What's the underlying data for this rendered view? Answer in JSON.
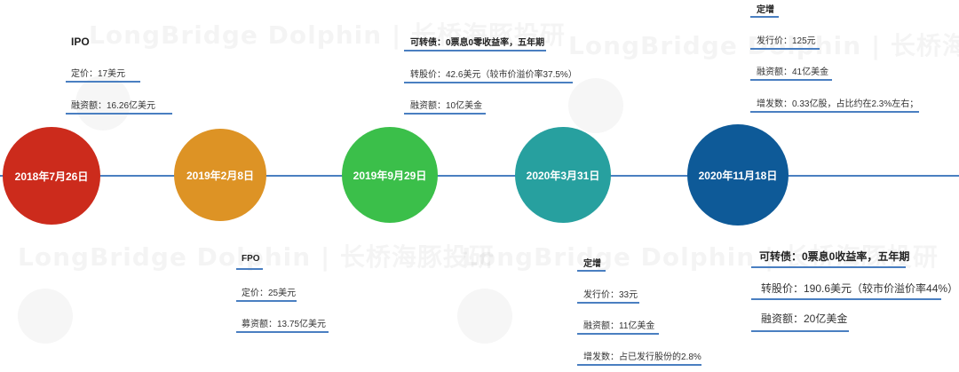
{
  "watermark": "LongBridge Dolphin | 长桥海豚投研",
  "milestones": [
    {
      "date": "2018年7月26日",
      "color": "#cc2b1c"
    },
    {
      "date": "2019年2月8日",
      "color": "#dd9325"
    },
    {
      "date": "2019年9月29日",
      "color": "#3bbf4a"
    },
    {
      "date": "2020年3月31日",
      "color": "#27a09f"
    },
    {
      "date": "2020年11月18日",
      "color": "#0e5a98"
    }
  ],
  "ipo": {
    "title": "IPO",
    "price": "定价：17美元",
    "raised": "融资额：16.26亿美元"
  },
  "fpo": {
    "title": "FPO",
    "price": "定价：25美元",
    "raised": "募资额：13.75亿美元"
  },
  "cb2019": {
    "title": "可转债：0票息0零收益率，五年期",
    "conv": "转股价：42.6美元（较市价溢价率37.5%）",
    "raised": "融资额：10亿美金"
  },
  "placement2020": {
    "title": "定增",
    "price": "发行价：33元",
    "raised": "融资额：11亿美金",
    "shares": "增发数：占已发行股份的2.8%"
  },
  "placement2020b": {
    "title": "定增",
    "price": "发行价：125元",
    "raised": "融资额：41亿美金",
    "shares": "增发数：0.33亿股，占比约在2.3%左右；"
  },
  "cb2020": {
    "title": "可转债：0票息0收益率，五年期",
    "conv": "转股价：190.6美元（较市价溢价率44%）",
    "raised": "融资额：20亿美金"
  }
}
